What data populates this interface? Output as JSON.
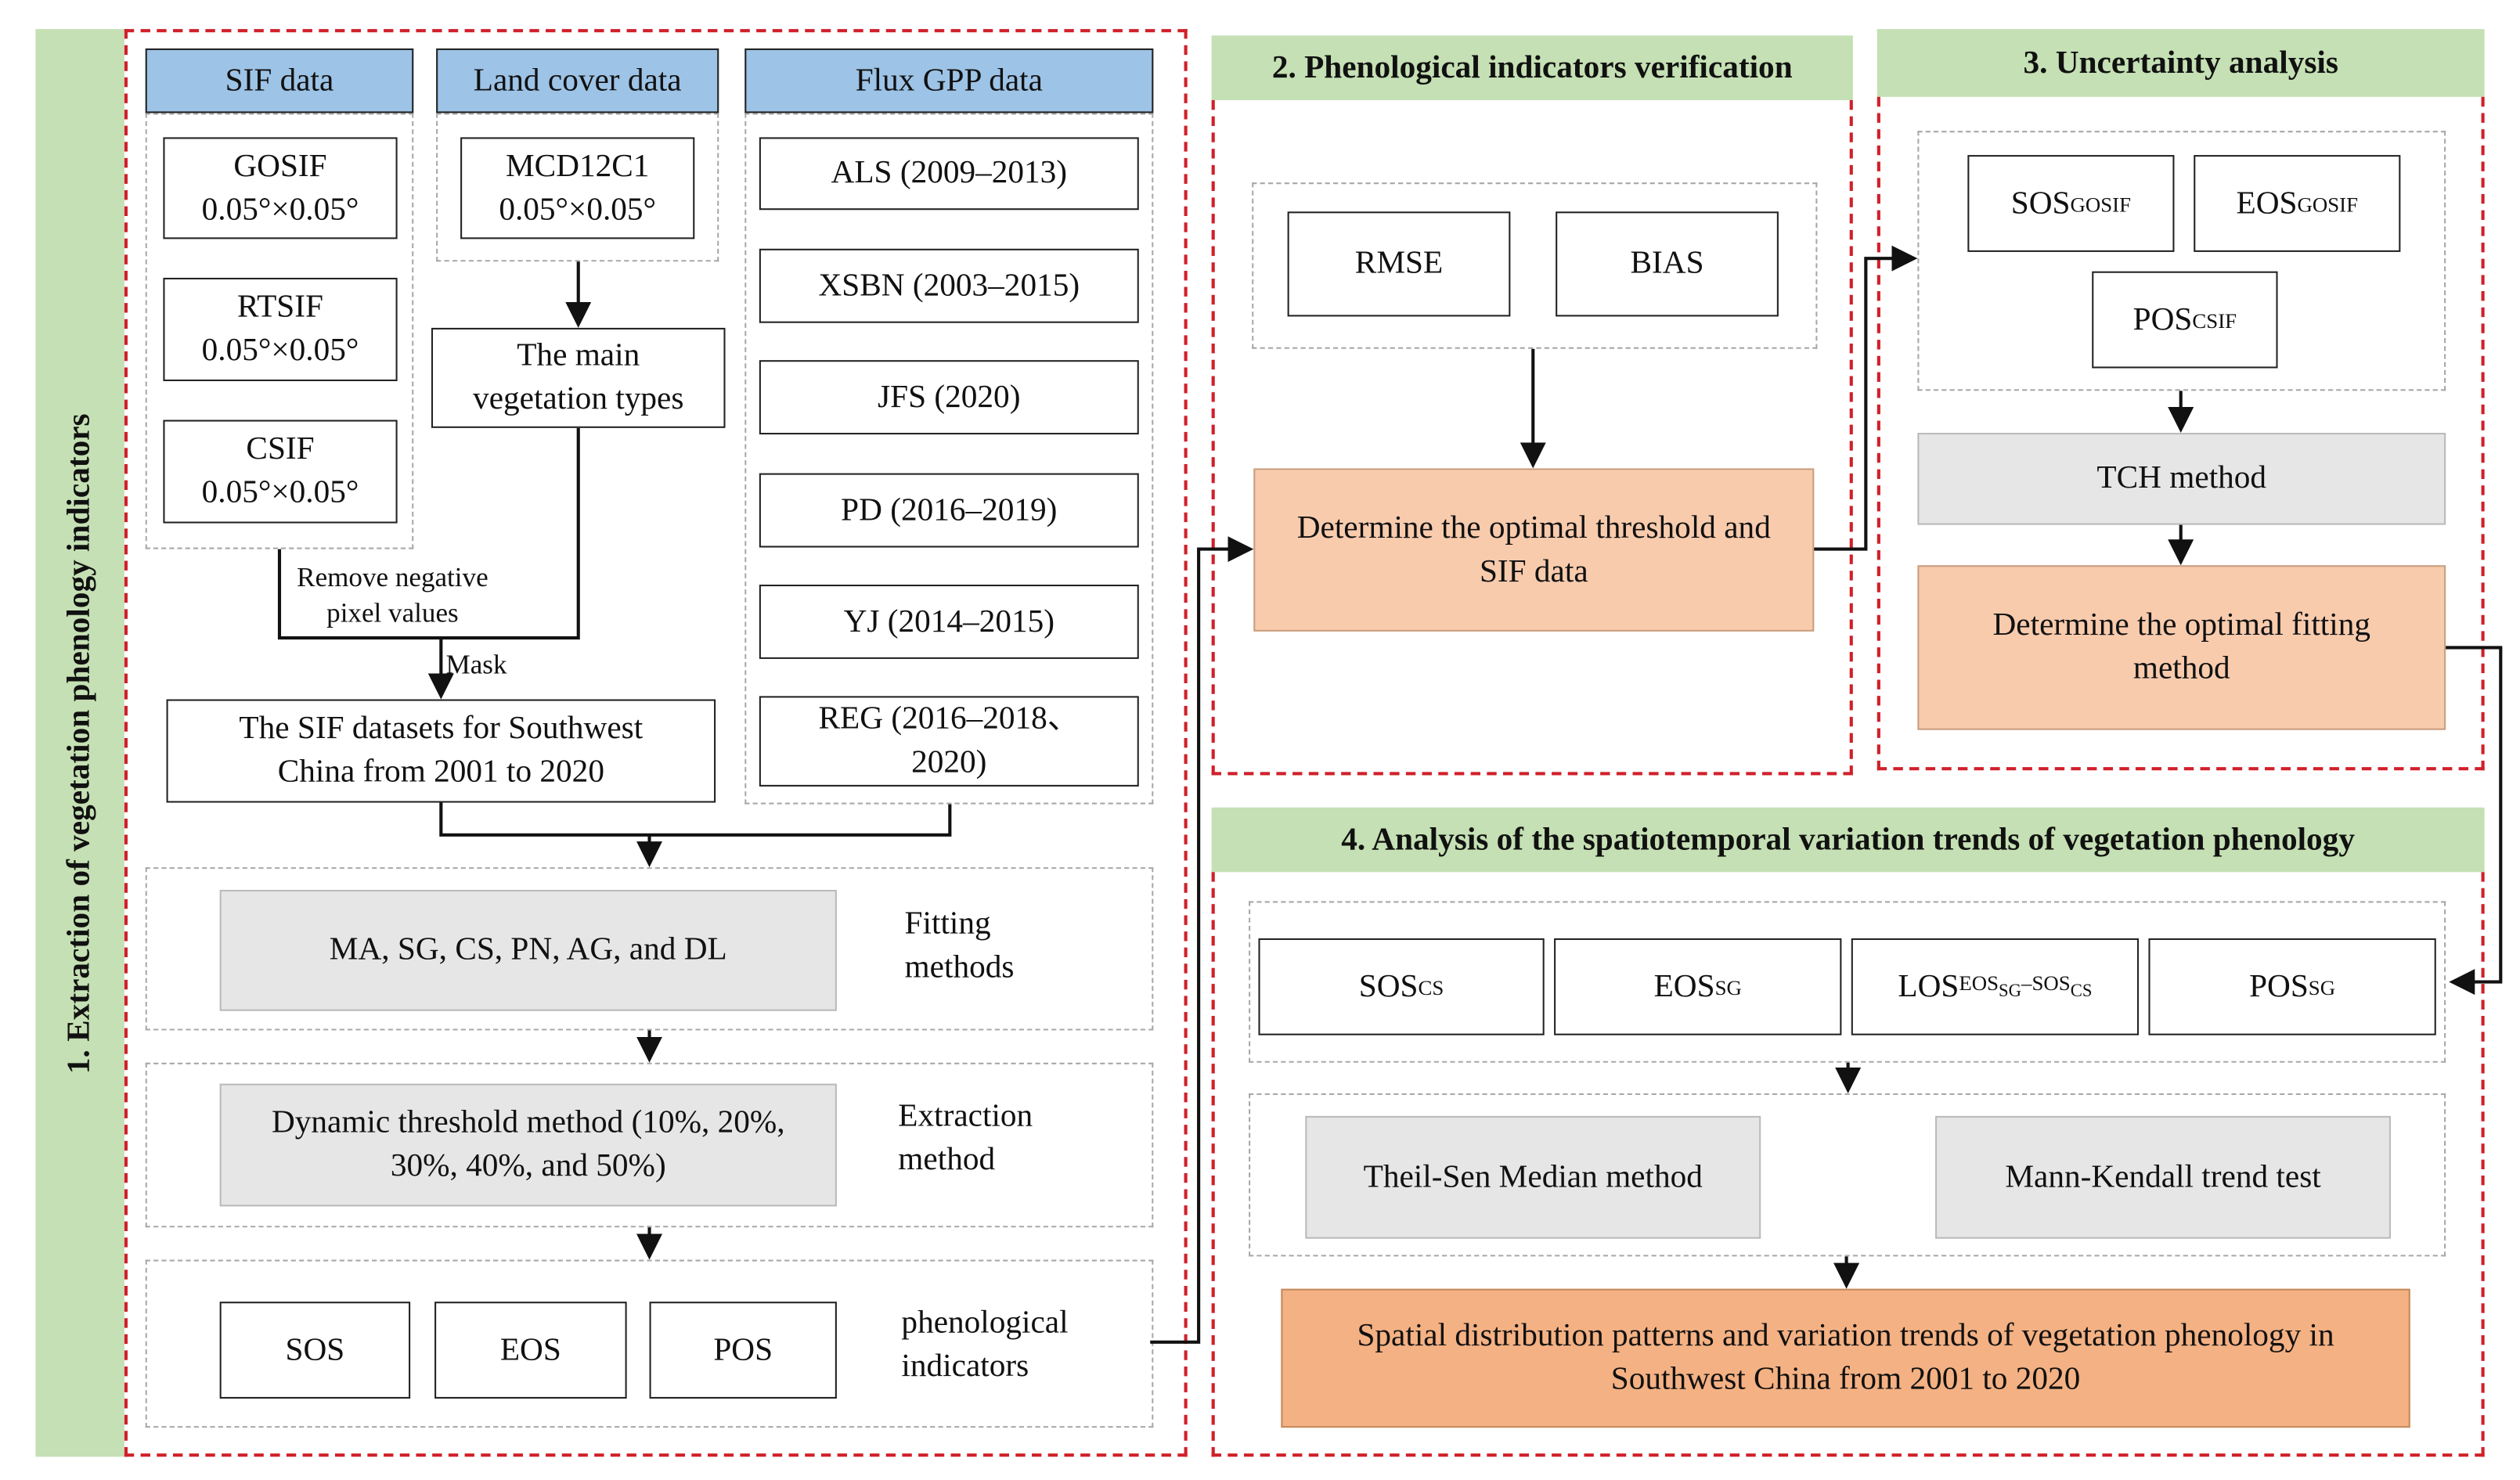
{
  "panel1": {
    "title": "1. Extraction of vegetation phenology indicators",
    "sif_header": "SIF data",
    "land_header": "Land cover data",
    "flux_header": "Flux GPP data",
    "sif_items": [
      {
        "name": "GOSIF",
        "res": "0.05°×0.05°"
      },
      {
        "name": "RTSIF",
        "res": "0.05°×0.05°"
      },
      {
        "name": "CSIF",
        "res": "0.05°×0.05°"
      }
    ],
    "land_item": {
      "name": "MCD12C1",
      "res": "0.05°×0.05°"
    },
    "veg_types": "The main vegetation types",
    "flux_items": [
      "ALS (2009–2013)",
      "XSBN (2003–2015)",
      "JFS (2020)",
      "PD (2016–2019)",
      "YJ (2014–2015)",
      "REG (2016–2018、2020)"
    ],
    "remove_label": "Remove negative pixel values",
    "mask_label": "Mask",
    "sif_datasets": "The SIF datasets for Southwest China from 2001 to 2020",
    "fitting_box": "MA, SG, CS, PN, AG, and DL",
    "fitting_label": "Fitting methods",
    "extraction_box": "Dynamic threshold method (10%, 20%, 30%, 40%, and 50%)",
    "extraction_label": "Extraction method",
    "indicators": [
      "SOS",
      "EOS",
      "POS"
    ],
    "indicators_label": "phenological indicators"
  },
  "panel2": {
    "title": "2. Phenological indicators verification",
    "metrics": [
      "RMSE",
      "BIAS"
    ],
    "result": "Determine the optimal threshold and SIF data"
  },
  "panel3": {
    "title": "3. Uncertainty analysis",
    "items": [
      {
        "main": "SOS",
        "sub": "GOSIF"
      },
      {
        "main": "EOS",
        "sub": "GOSIF"
      },
      {
        "main": "POS",
        "sub": "CSIF"
      }
    ],
    "method": "TCH method",
    "result": "Determine the optimal fitting method"
  },
  "panel4": {
    "title": "4. Analysis of the spatiotemporal variation trends of vegetation phenology",
    "items": [
      {
        "main": "SOS",
        "sub": "CS"
      },
      {
        "main": "EOS",
        "sub": "SG"
      },
      {
        "main": "POS",
        "sub": "SG"
      }
    ],
    "los": {
      "main": "LOS",
      "a": "EOS",
      "a_sub": "SG",
      "sep": "–",
      "b": "SOS",
      "b_sub": "CS"
    },
    "methods": [
      "Theil-Sen Median method",
      "Mann-Kendall trend test"
    ],
    "result": "Spatial distribution patterns and variation trends of vegetation phenology in Southwest China from 2001 to 2020"
  },
  "colors": {
    "header_blue": "#9dc3e6",
    "title_green": "#c5e0b4",
    "panel_border_red": "#d0202a",
    "result_orange": "#f8cbad",
    "final_orange": "#f4b183",
    "method_gray": "#e7e6e6"
  }
}
